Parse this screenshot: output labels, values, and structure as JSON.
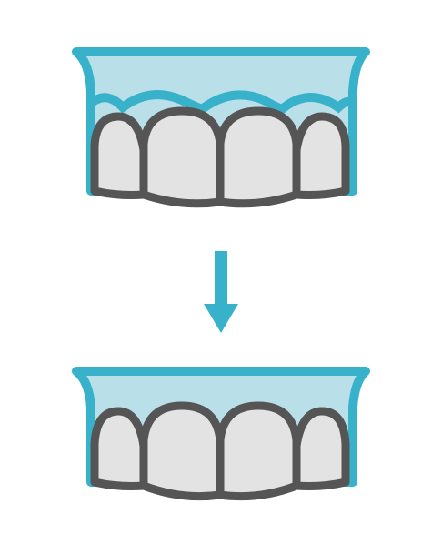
{
  "colors": {
    "background": "#ffffff",
    "gum_outline": "#38b2cb",
    "gum_fill": "#b9dfe8",
    "tooth_outline": "#555555",
    "tooth_fill": "#e3e3e3",
    "arrow": "#38b2cb"
  },
  "illustration": {
    "top": {
      "name": "gum-line-before",
      "state": "receded gums"
    },
    "arrow": {
      "direction": "down"
    },
    "bottom": {
      "name": "gum-line-after",
      "state": "restored gums"
    }
  }
}
